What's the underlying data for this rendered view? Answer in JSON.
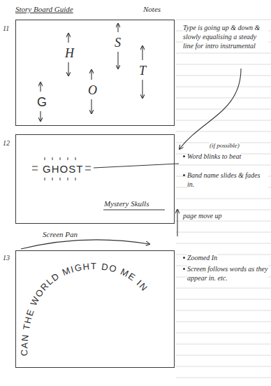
{
  "diagram": {
    "title": "Story Board Guide",
    "nodes": [
      {
        "text": [
          "G",
          "H",
          "O",
          "S",
          "T"
        ]
      },
      {
        "text": [
          "GHOST",
          "Mystery Skulls"
        ]
      },
      {
        "text": [
          "Screen Pan",
          "CAN THE WORLD MIGHT DO ME IN"
        ]
      }
    ],
    "labels": [
      "Notes",
      "11",
      "12",
      "13",
      "Type is going up & down & slowly equalising a steady line for intro instrumental",
      "(if possible)",
      "Word blinks to beat",
      "Band name slides & fades in.",
      "page move up",
      "Zoomed In",
      "Screen follows words as they appear in. etc."
    ]
  }
}
